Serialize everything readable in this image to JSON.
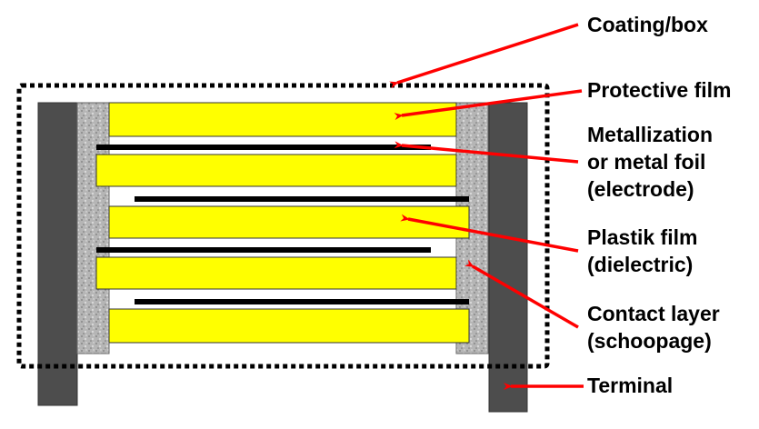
{
  "labels": {
    "coating": "Coating/box",
    "protective_film": "Protective film",
    "metallization": "Metallization\nor metal foil\n(electrode)",
    "plastic_film": "Plastik film\n(dielectric)",
    "contact_layer": "Contact layer\n(schoopage)",
    "terminal": "Terminal"
  },
  "colors": {
    "film": "#ffff00",
    "terminal": "#4d4d4d",
    "contact_layer": "#b0b0b0",
    "electrode": "#000000",
    "arrow": "#ff0000"
  }
}
